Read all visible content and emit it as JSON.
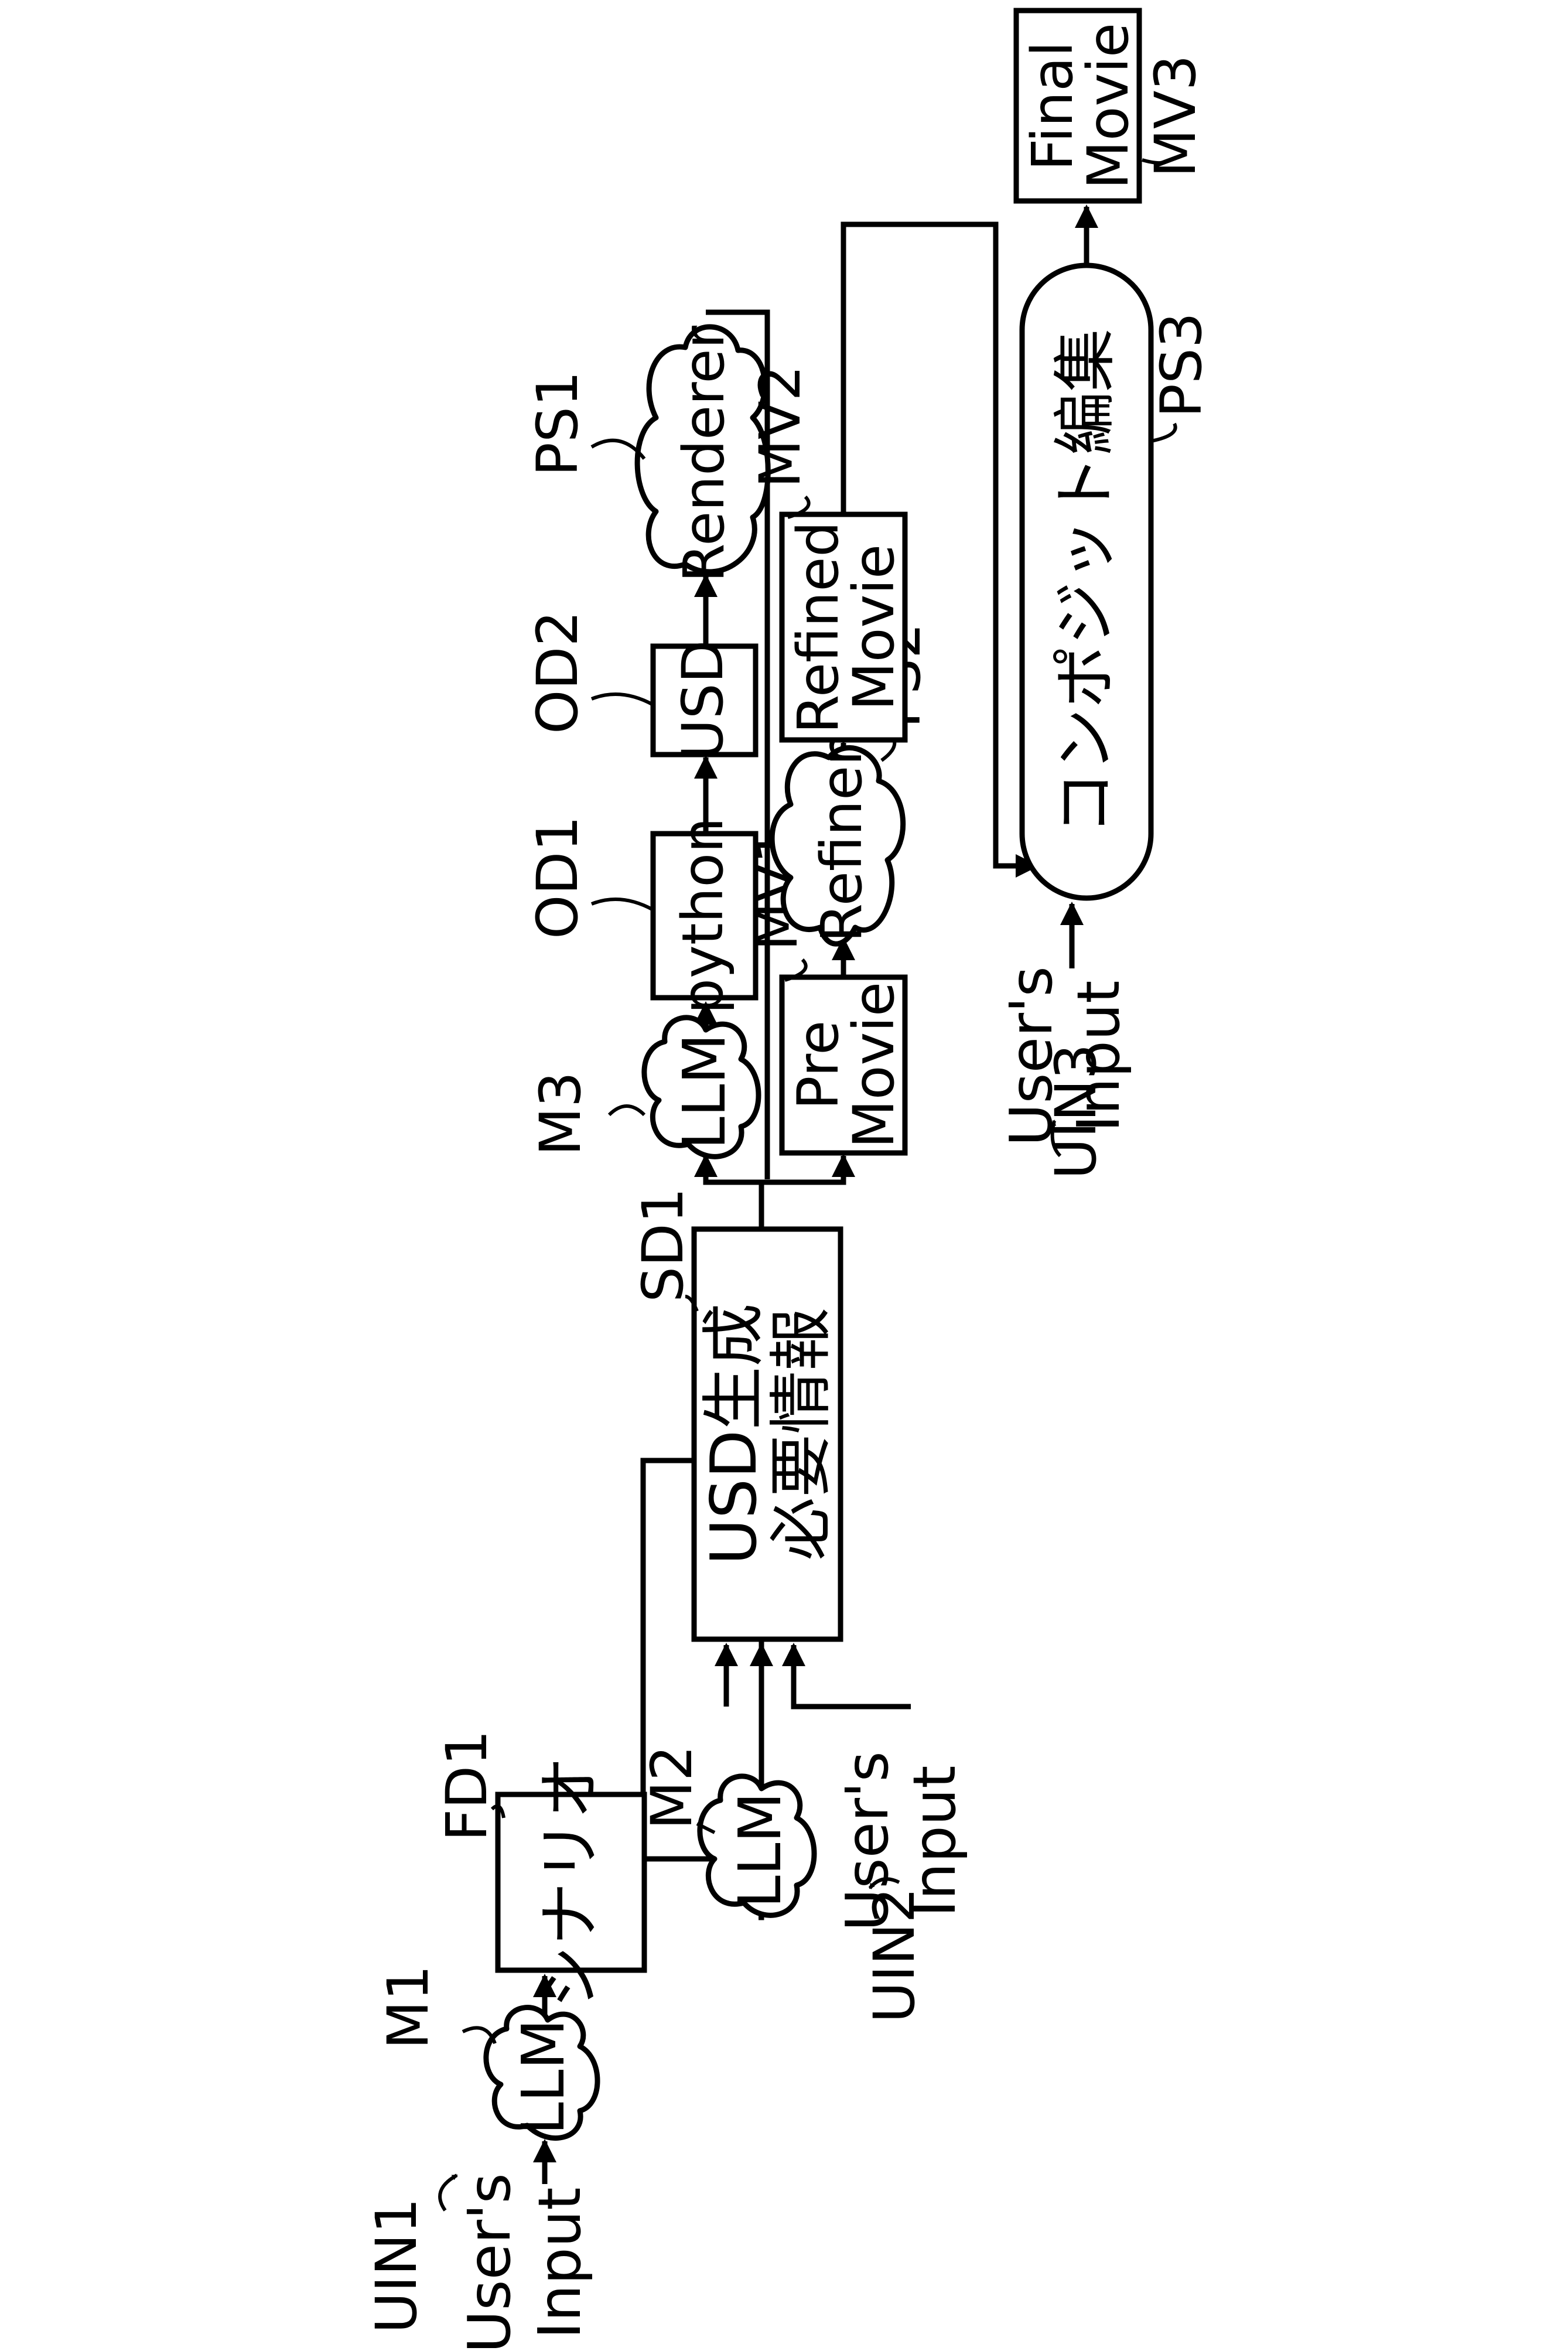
{
  "labels": {
    "uin1": "UIN1",
    "uin2": "UIN2",
    "uin3": "UIN3",
    "m1": "M1",
    "m2": "M2",
    "m3": "M3",
    "fd1": "FD1",
    "sd1": "SD1",
    "od1": "OD1",
    "od2": "OD2",
    "ps1": "PS1",
    "ps2": "PS2",
    "ps3": "PS3",
    "mv1": "MV1",
    "mv2": "MV2",
    "mv3": "MV3"
  },
  "nodes": {
    "user_input_1": [
      "User's",
      "Input"
    ],
    "llm_1": "LLM",
    "scenario": "シナリオ",
    "llm_2": "LLM",
    "user_input_2": [
      "User's",
      "Input"
    ],
    "usd_info": [
      "USD生成",
      "必要情報"
    ],
    "llm_3": "LLM",
    "python": "python",
    "usd": "USD",
    "renderer": "Renderer",
    "pre_movie": [
      "Pre",
      "Movie"
    ],
    "refiner": "Refiner",
    "refined_movie": [
      "Refined",
      "Movie"
    ],
    "user_input_3": [
      "User's",
      "Input"
    ],
    "composite_edit": "コンポジット編集",
    "final_movie": [
      "Final",
      "Movie"
    ]
  }
}
